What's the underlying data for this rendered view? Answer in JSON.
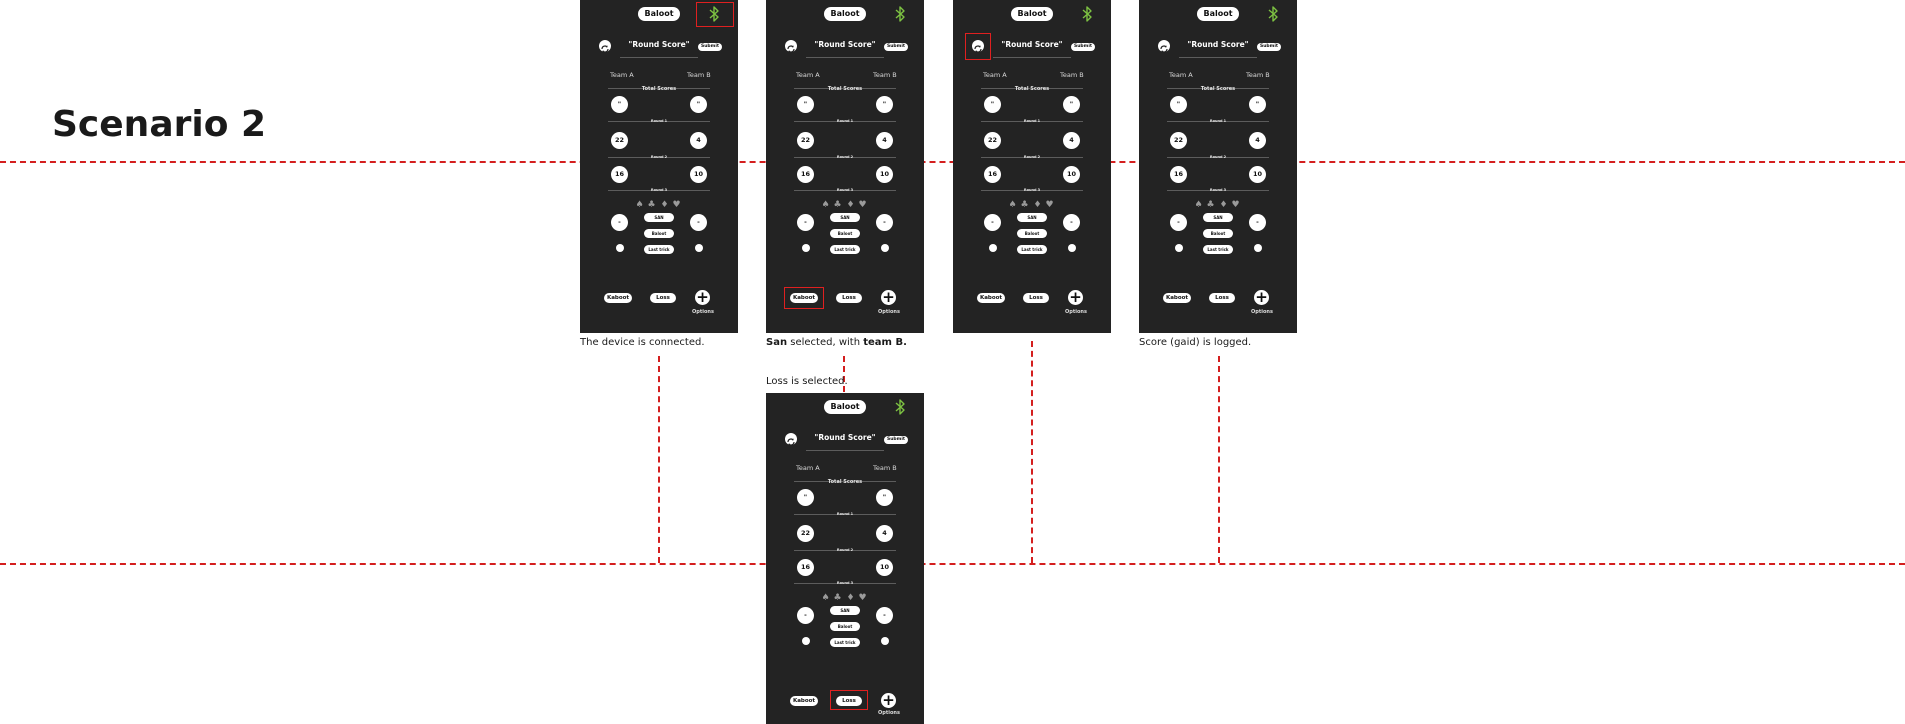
{
  "title": "Scenario 2",
  "captions": {
    "s1": "The device is connected.",
    "s2_bold1": "San",
    "s2_mid": " selected, with ",
    "s2_bold2": "team B.",
    "s4": "Score (gaid) is logged.",
    "s5": "Loss is selected."
  },
  "app": {
    "name": "Baloot",
    "round_score": "\"Round Score\"",
    "submit": "Submit",
    "team_a": "Team A",
    "team_b": "Team B",
    "total_scores": "Total Scores",
    "round1": "Round 1",
    "round2": "Round 2",
    "round3": "Round 3",
    "total_a": "\"",
    "total_b": "\"",
    "r1_a": "22",
    "r1_b": "4",
    "r2_a": "16",
    "r2_b": "10",
    "current_a": "-",
    "current_b": "-",
    "mode_top": "SAN",
    "mode_mid": "Baloot",
    "mode_bot": "Last trick",
    "kaboot": "Kaboot",
    "loss": "Loss",
    "options": "Options",
    "suits": [
      "♠",
      "♣",
      "♦",
      "♥"
    ]
  },
  "colors": {
    "highlight": "#e02020",
    "bluetooth": "#7dc242",
    "phone_bg": "#232323"
  }
}
